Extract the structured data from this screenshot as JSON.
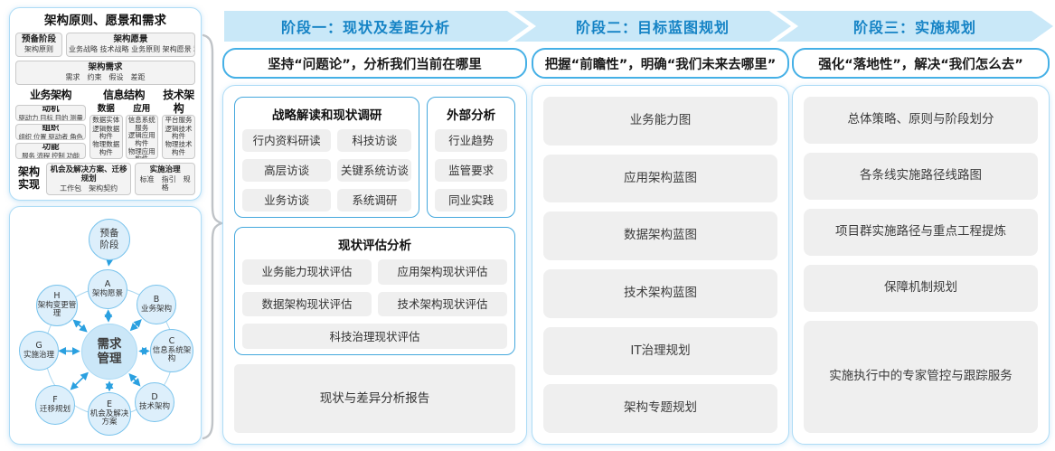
{
  "left_top": {
    "title": "架构原则、愿景和需求",
    "prep": {
      "title": "预备阶段",
      "text": "架构原则"
    },
    "vision": {
      "title": "架构愿景",
      "text": "业务战略 技术战略 业务原则 架构愿景 利益相关者"
    },
    "requirement": {
      "title": "架构需求",
      "text": "需求　约束　假设　差距"
    },
    "biz": {
      "header": "业务架构",
      "boxes": [
        {
          "title": "动机",
          "text": "驱动力 目标 目的 测量"
        },
        {
          "title": "组织",
          "text": "组织 位置 驱动者 角色"
        },
        {
          "title": "功能",
          "text": "服务 流程 控制 功能"
        }
      ]
    },
    "info": {
      "header": "信息结构",
      "data": {
        "header": "数据",
        "items": [
          "数据实体",
          "逻辑数据构件",
          "物理数据构件"
        ]
      },
      "app": {
        "header": "应用",
        "items": [
          "信息系统服务",
          "逻辑应用构件",
          "物理应用构件"
        ]
      }
    },
    "tech": {
      "header": "技术架构",
      "items": [
        "平台服务",
        "逻辑技术构件",
        "物理技术构件"
      ]
    },
    "impl": {
      "label": "架构实现",
      "box1": {
        "title": "机会及解决方案、迁移规划",
        "text": "工作包　架构契约"
      },
      "box2": {
        "title": "实施治理",
        "text": "标准　指引　规格"
      }
    }
  },
  "adm": {
    "prelim": "预备阶段",
    "center": "需求管理",
    "nodes": [
      {
        "letter": "A",
        "label": "架构愿景"
      },
      {
        "letter": "B",
        "label": "业务架构"
      },
      {
        "letter": "C",
        "label": "信息系统架构"
      },
      {
        "letter": "D",
        "label": "技术架构"
      },
      {
        "letter": "E",
        "label": "机会及解决方案"
      },
      {
        "letter": "F",
        "label": "迁移规划"
      },
      {
        "letter": "G",
        "label": "实施治理"
      },
      {
        "letter": "H",
        "label": "架构变更管理"
      }
    ]
  },
  "phases": [
    {
      "header": "阶段一：现状及差距分析",
      "subtitle": "坚持“问题论”，分析我们当前在哪里",
      "strategy": {
        "title": "战略解读和现状调研",
        "items": [
          "行内资料研读",
          "科技访谈",
          "高层访谈",
          "关键系统访谈",
          "业务访谈",
          "系统调研"
        ]
      },
      "external": {
        "title": "外部分析",
        "items": [
          "行业趋势",
          "监管要求",
          "同业实践"
        ]
      },
      "assessment": {
        "title": "现状评估分析",
        "items": [
          "业务能力现状评估",
          "应用架构现状评估",
          "数据架构现状评估",
          "技术架构现状评估"
        ],
        "wide_item": "科技治理现状评估"
      },
      "report": "现状与差异分析报告"
    },
    {
      "header": "阶段二：目标蓝图规划",
      "subtitle": "把握“前瞻性”，明确“我们未来去哪里”",
      "items": [
        "业务能力图",
        "应用架构蓝图",
        "数据架构蓝图",
        "技术架构蓝图",
        "IT治理规划",
        "架构专题规划"
      ]
    },
    {
      "header": "阶段三：实施规划",
      "subtitle": "强化“落地性”，解决“我们怎么去”",
      "items": [
        "总体策略、原则与阶段划分",
        "各条线实施路径线路图",
        "项目群实施路径与重点工程提炼",
        "保障机制规划",
        "实施执行中的专家管控与跟踪服务"
      ]
    }
  ],
  "colors": {
    "band_fill": "#c9e8f8",
    "band_text": "#1583c5",
    "accent_blue": "#45b0e6",
    "panel_border": "#aedcf6",
    "grey_fill": "#efefef",
    "arrow_blue": "#2aa0e0"
  }
}
